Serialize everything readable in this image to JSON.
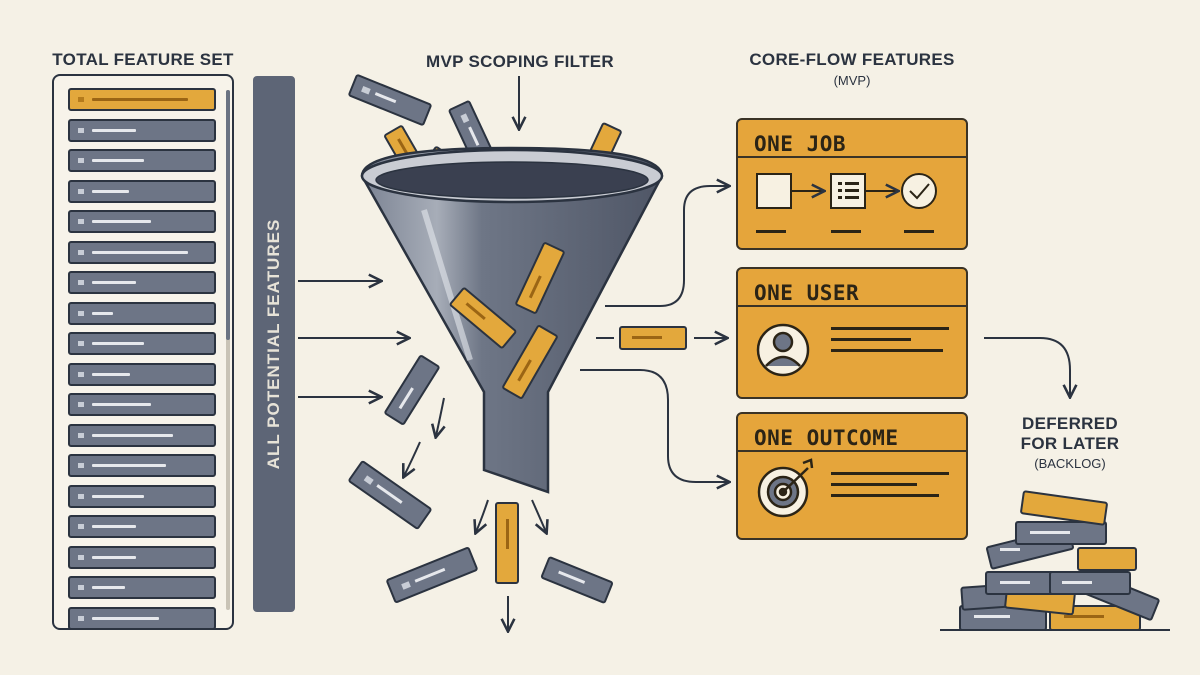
{
  "left_panel": {
    "title": "TOTAL FEATURE SET",
    "side_label": "ALL POTENTIAL FEATURES",
    "rows": [
      {
        "highlight": true,
        "line": 0.65
      },
      {
        "highlight": false,
        "line": 0.3
      },
      {
        "highlight": false,
        "line": 0.35
      },
      {
        "highlight": false,
        "line": 0.25
      },
      {
        "highlight": false,
        "line": 0.4
      },
      {
        "highlight": false,
        "line": 0.65
      },
      {
        "highlight": false,
        "line": 0.3
      },
      {
        "highlight": false,
        "line": 0.14
      },
      {
        "highlight": false,
        "line": 0.35
      },
      {
        "highlight": false,
        "line": 0.26
      },
      {
        "highlight": false,
        "line": 0.4
      },
      {
        "highlight": false,
        "line": 0.55
      },
      {
        "highlight": false,
        "line": 0.5
      },
      {
        "highlight": false,
        "line": 0.35
      },
      {
        "highlight": false,
        "line": 0.3
      },
      {
        "highlight": false,
        "line": 0.3
      },
      {
        "highlight": false,
        "line": 0.22
      },
      {
        "highlight": false,
        "line": 0.45
      }
    ]
  },
  "filter": {
    "title": "MVP SCOPING FILTER"
  },
  "core": {
    "title": "CORE-FLOW FEATURES",
    "subtitle": "(MVP)",
    "cards": [
      {
        "title": "ONE JOB",
        "icon": "flow-icon"
      },
      {
        "title": "ONE USER",
        "icon": "user-icon"
      },
      {
        "title": "ONE OUTCOME",
        "icon": "target-icon"
      }
    ]
  },
  "deferred": {
    "line1": "DEFERRED",
    "line2": "FOR LATER",
    "sub": "(BACKLOG)"
  },
  "colors": {
    "accent": "#e3a83c",
    "slate": "#6d7586",
    "ink": "#2b3340",
    "background": "#f5f1e6"
  }
}
